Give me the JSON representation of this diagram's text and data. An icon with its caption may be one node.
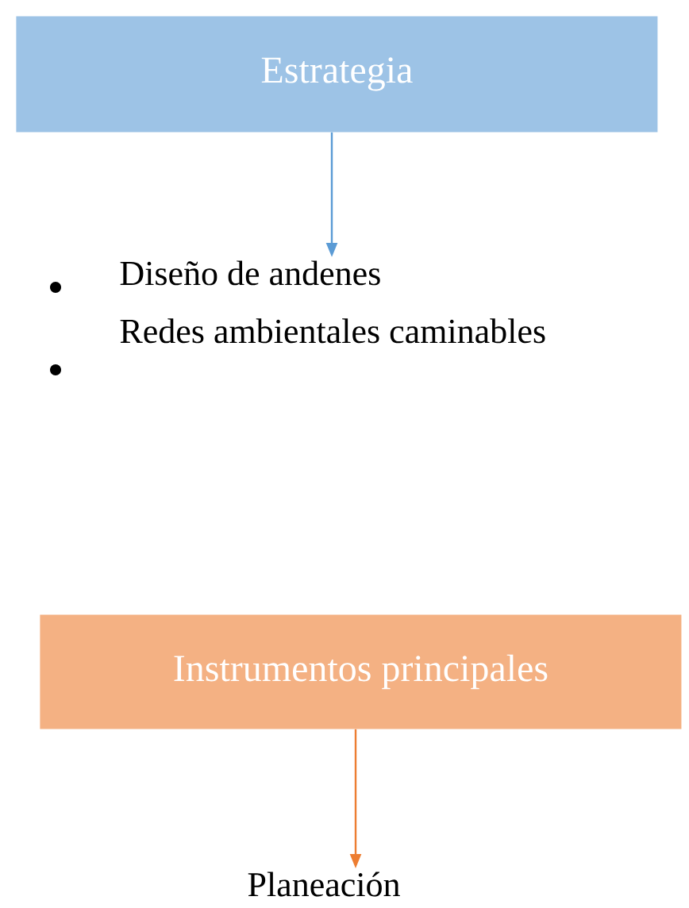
{
  "diagram": {
    "nodes": [
      {
        "text": [
          "Estrategia"
        ]
      },
      {
        "text": [
          "Diseño de andenes",
          "Redes ambientales caminables"
        ]
      },
      {
        "text": [
          "Instrumentos principales"
        ]
      },
      {
        "text": [
          "Planeación"
        ]
      }
    ],
    "edges": [
      {
        "from": 0,
        "to": 1,
        "arrow": "to",
        "color": "#5b9bd5"
      },
      {
        "from": 2,
        "to": 3,
        "arrow": "to",
        "color": "#ed7d31"
      }
    ]
  }
}
